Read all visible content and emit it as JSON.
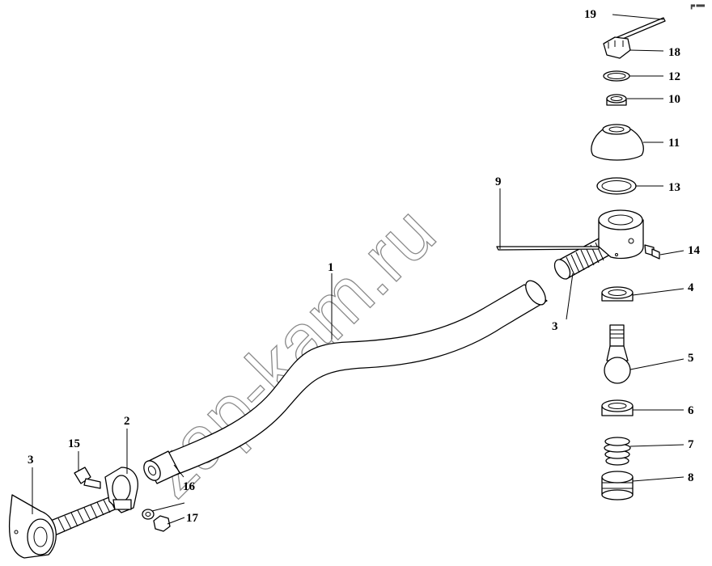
{
  "watermark": "zap-kam.ru",
  "corner_mark": "▐▀ ▀▀▀",
  "callouts": {
    "1": "1",
    "2": "2",
    "3": "3",
    "4": "4",
    "5": "5",
    "6": "6",
    "7": "7",
    "8": "8",
    "9": "9",
    "10": "10",
    "11": "11",
    "12": "12",
    "13": "13",
    "14": "14",
    "15": "15",
    "16": "16",
    "17": "17",
    "18": "18",
    "19": "19"
  }
}
